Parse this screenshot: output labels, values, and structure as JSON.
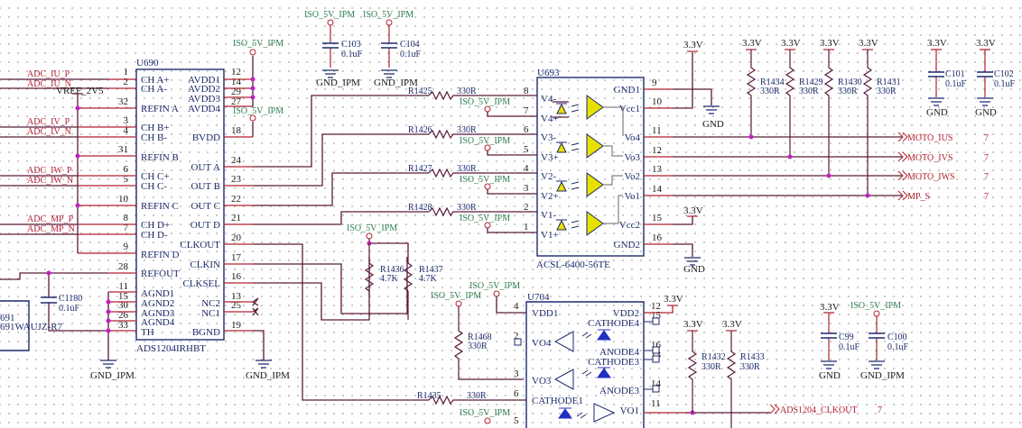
{
  "u690": {
    "ref": "U690",
    "part": "ADS1204IRHBT",
    "left_pins": [
      {
        "num": "1",
        "name": "CH A+",
        "net": "ADC_IU_P"
      },
      {
        "num": "2",
        "name": "CH A-",
        "net": "ADC_IU_N"
      },
      {
        "num": "32",
        "name": "REFIN A",
        "net": ""
      },
      {
        "num": "3",
        "name": "CH B+",
        "net": "ADC_IV_P"
      },
      {
        "num": "4",
        "name": "CH B-",
        "net": "ADC_IV_N"
      },
      {
        "num": "31",
        "name": "REFIN B",
        "net": ""
      },
      {
        "num": "6",
        "name": "CH C+",
        "net": "ADC_IW_P"
      },
      {
        "num": "5",
        "name": "CH C-",
        "net": "ADC_IW_N"
      },
      {
        "num": "10",
        "name": "REFIN C",
        "net": ""
      },
      {
        "num": "8",
        "name": "CH D+",
        "net": "ADC_MP_P"
      },
      {
        "num": "7",
        "name": "CH D-",
        "net": "ADC_MP_N"
      },
      {
        "num": "9",
        "name": "REFIN D",
        "net": ""
      },
      {
        "num": "28",
        "name": "REFOUT",
        "net": ""
      },
      {
        "num": "11",
        "name": "AGND1",
        "net": ""
      },
      {
        "num": "15",
        "name": "AGND2",
        "net": ""
      },
      {
        "num": "30",
        "name": "AGND3",
        "net": ""
      },
      {
        "num": "26",
        "name": "AGND4",
        "net": ""
      },
      {
        "num": "33",
        "name": "TH",
        "net": ""
      }
    ],
    "right_pins": [
      {
        "num": "12",
        "name": "AVDD1"
      },
      {
        "num": "14",
        "name": "AVDD2"
      },
      {
        "num": "29",
        "name": "AVDD3"
      },
      {
        "num": "27",
        "name": "AVDD4"
      },
      {
        "num": "18",
        "name": "BVDD"
      },
      {
        "num": "24",
        "name": "OUT A"
      },
      {
        "num": "23",
        "name": "OUT B"
      },
      {
        "num": "22",
        "name": "OUT C"
      },
      {
        "num": "21",
        "name": "OUT D"
      },
      {
        "num": "20",
        "name": "CLKOUT"
      },
      {
        "num": "17",
        "name": "CLKIN"
      },
      {
        "num": "16",
        "name": "CLKSEL"
      },
      {
        "num": "13",
        "name": "NC2"
      },
      {
        "num": "25",
        "name": "NC1"
      },
      {
        "num": "19",
        "name": "BGND"
      }
    ],
    "vref_label": "VREF_2V5"
  },
  "u693": {
    "ref": "U693",
    "part": "ACSL-6400-56TE",
    "left_pins": [
      {
        "num": "8",
        "name": "V4-"
      },
      {
        "num": "7",
        "name": "V4+"
      },
      {
        "num": "6",
        "name": "V3-"
      },
      {
        "num": "5",
        "name": "V3+"
      },
      {
        "num": "4",
        "name": "V2-"
      },
      {
        "num": "3",
        "name": "V2+"
      },
      {
        "num": "2",
        "name": "V1-"
      },
      {
        "num": "1",
        "name": "V1+"
      }
    ],
    "right_pins": [
      {
        "num": "9",
        "name": "GND1"
      },
      {
        "num": "10",
        "name": "Vcc1"
      },
      {
        "num": "11",
        "name": "Vo4"
      },
      {
        "num": "12",
        "name": "Vo3"
      },
      {
        "num": "13",
        "name": "Vo2"
      },
      {
        "num": "14",
        "name": "Vo1"
      },
      {
        "num": "15",
        "name": "Vcc2"
      },
      {
        "num": "16",
        "name": "GND2"
      }
    ]
  },
  "u704": {
    "ref": "U704",
    "left_pins": [
      {
        "num": "4",
        "name": "VDD1"
      },
      {
        "num": "2",
        "name": "VO4"
      },
      {
        "num": "3",
        "name": "VO3"
      },
      {
        "num": "6",
        "name": "CATHODE1"
      },
      {
        "num": "5",
        "name": ""
      }
    ],
    "right_pins": [
      {
        "num": "12",
        "name": "VDD2"
      },
      {
        "num": "15",
        "name": "CATHODE4"
      },
      {
        "num": "16",
        "name": "ANODE4"
      },
      {
        "num": "13",
        "name": "CATHODE3"
      },
      {
        "num": "14",
        "name": "ANODE3"
      },
      {
        "num": "11",
        "name": "VO1"
      }
    ]
  },
  "u691": {
    "ref": "691",
    "part": "691WAUJZ-R7"
  },
  "resistors": [
    {
      "ref": "R1425",
      "value": "330R"
    },
    {
      "ref": "R1426",
      "value": "330R"
    },
    {
      "ref": "R1427",
      "value": "330R"
    },
    {
      "ref": "R1428",
      "value": "330R"
    },
    {
      "ref": "R1434",
      "value": "330R"
    },
    {
      "ref": "R1429",
      "value": "330R"
    },
    {
      "ref": "R1430",
      "value": "330R"
    },
    {
      "ref": "R1431",
      "value": "330R"
    },
    {
      "ref": "R1436",
      "value": "4.7K"
    },
    {
      "ref": "R1437",
      "value": "4.7K"
    },
    {
      "ref": "R1468",
      "value": "330R"
    },
    {
      "ref": "R1435",
      "value": "330R"
    },
    {
      "ref": "R1432",
      "value": "330R"
    },
    {
      "ref": "R1433",
      "value": "330R"
    }
  ],
  "capacitors": [
    {
      "ref": "C103",
      "value": "0.1uF"
    },
    {
      "ref": "C104",
      "value": "0.1uF"
    },
    {
      "ref": "C101",
      "value": "0.1uF"
    },
    {
      "ref": "C102",
      "value": "0.1uF"
    },
    {
      "ref": "C1180",
      "value": "0.1uF"
    },
    {
      "ref": "C99",
      "value": "0.1uF"
    },
    {
      "ref": "C100",
      "value": "0.1uF"
    }
  ],
  "power": {
    "iso5v": "ISO_5V_IPM",
    "v33": "3.3V",
    "gnd": "GND",
    "gnd_ipm": "GND_IPM"
  },
  "ports": [
    {
      "name": "MOTO_IUS",
      "sheet": "7"
    },
    {
      "name": "MOTO_IVS",
      "sheet": "7"
    },
    {
      "name": "MOTO_IWS",
      "sheet": "7"
    },
    {
      "name": "MP_S",
      "sheet": "7"
    },
    {
      "name": "ADS1204_CLKOUT",
      "sheet": "7"
    }
  ]
}
